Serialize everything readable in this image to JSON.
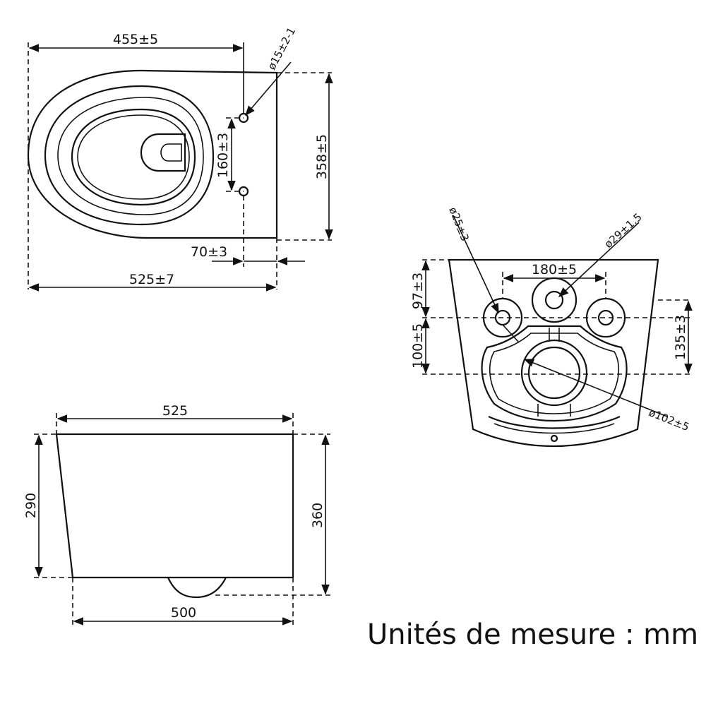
{
  "top_view": {
    "width_455": "455±5",
    "hole_dia": "ø15±2-1",
    "hole_spacing": "160±3",
    "depth_358": "358±5",
    "offset_70": "70±3",
    "length_525": "525±7"
  },
  "side_view": {
    "top_length": "525",
    "left_height": "290",
    "right_height": "360",
    "bottom_length": "500"
  },
  "back_view": {
    "dia_25": "ø25±3",
    "dia_29": "ø29±1.5",
    "spacing_180": "180±5",
    "height_97": "97±3",
    "height_100": "100±5",
    "height_135": "135±3",
    "dia_102": "ø102±5"
  },
  "units_note": "Unités de mesure : mm"
}
